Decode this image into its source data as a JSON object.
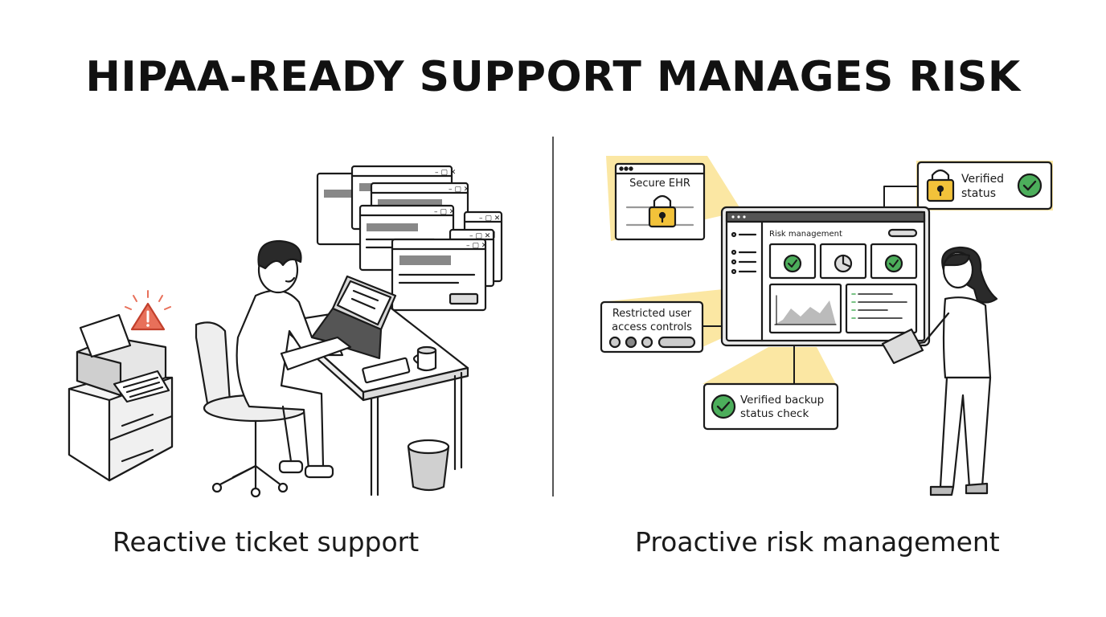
{
  "title": "HIPAA-READY SUPPORT MANAGES RISK",
  "left_caption": "Reactive ticket support",
  "right_caption": "Proactive risk management",
  "window_controls": "– ▢ ✕",
  "callouts": {
    "secure_ehr": "Secure EHR",
    "verified_status_line1": "Verified",
    "verified_status_line2": "status",
    "restricted_line1": "Restricted user",
    "restricted_line2": "access controls",
    "backup_line1": "Verified backup",
    "backup_line2": "status check"
  },
  "dashboard": {
    "header": "Risk management"
  },
  "colors": {
    "highlight": "#fbe7a3",
    "alert": "#e8705a",
    "check": "#4cae5b",
    "lock": "#f2c23a",
    "outline": "#1a1a1a"
  }
}
